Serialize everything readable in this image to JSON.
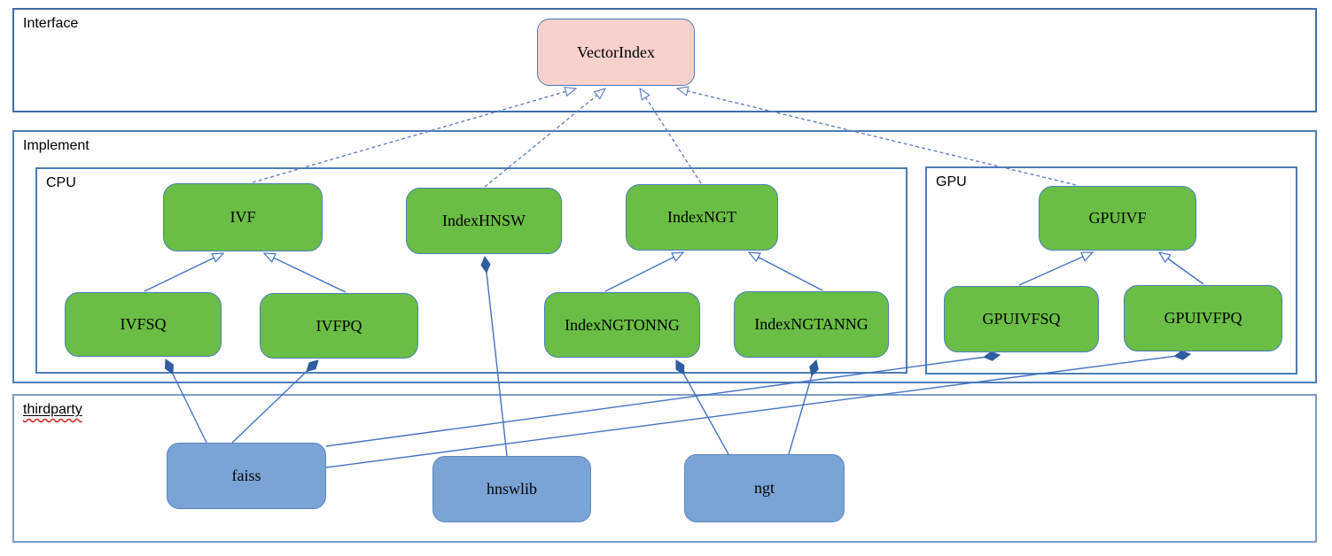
{
  "diagram": {
    "containers": {
      "interface": {
        "label": "Interface"
      },
      "implement": {
        "label": "Implement"
      },
      "cpu": {
        "label": "CPU"
      },
      "gpu": {
        "label": "GPU"
      },
      "thirdparty": {
        "label": "thirdparty",
        "spellcheck_underline": true
      }
    },
    "nodes": {
      "vectorindex": {
        "label": "VectorIndex",
        "kind": "interface",
        "container": "interface"
      },
      "ivf": {
        "label": "IVF",
        "kind": "implementation",
        "container": "cpu"
      },
      "indexhnsw": {
        "label": "IndexHNSW",
        "kind": "implementation",
        "container": "cpu"
      },
      "indexngt": {
        "label": "IndexNGT",
        "kind": "implementation",
        "container": "cpu"
      },
      "gpuivf": {
        "label": "GPUIVF",
        "kind": "implementation",
        "container": "gpu"
      },
      "ivfsq": {
        "label": "IVFSQ",
        "kind": "implementation",
        "container": "cpu"
      },
      "ivfpq": {
        "label": "IVFPQ",
        "kind": "implementation",
        "container": "cpu"
      },
      "indexngtonng": {
        "label": "IndexNGTONNG",
        "kind": "implementation",
        "container": "cpu"
      },
      "indexngtanng": {
        "label": "IndexNGTANNG",
        "kind": "implementation",
        "container": "cpu"
      },
      "gpuivfsq": {
        "label": "GPUIVFSQ",
        "kind": "implementation",
        "container": "gpu"
      },
      "gpuivfpq": {
        "label": "GPUIVFPQ",
        "kind": "implementation",
        "container": "gpu"
      },
      "faiss": {
        "label": "faiss",
        "kind": "thirdparty-lib",
        "container": "thirdparty"
      },
      "hnswlib": {
        "label": "hnswlib",
        "kind": "thirdparty-lib",
        "container": "thirdparty"
      },
      "ngt": {
        "label": "ngt",
        "kind": "thirdparty-lib",
        "container": "thirdparty"
      }
    },
    "edges": [
      {
        "from": "IVF",
        "to": "VectorIndex",
        "type": "realization-dashed-hollow-arrow"
      },
      {
        "from": "IndexHNSW",
        "to": "VectorIndex",
        "type": "realization-dashed-hollow-arrow"
      },
      {
        "from": "IndexNGT",
        "to": "VectorIndex",
        "type": "realization-dashed-hollow-arrow"
      },
      {
        "from": "GPUIVF",
        "to": "VectorIndex",
        "type": "realization-dashed-hollow-arrow"
      },
      {
        "from": "IVFSQ",
        "to": "IVF",
        "type": "generalization-hollow-arrow"
      },
      {
        "from": "IVFPQ",
        "to": "IVF",
        "type": "generalization-hollow-arrow"
      },
      {
        "from": "IndexNGTONNG",
        "to": "IndexNGT",
        "type": "generalization-hollow-arrow"
      },
      {
        "from": "IndexNGTANNG",
        "to": "IndexNGT",
        "type": "generalization-hollow-arrow"
      },
      {
        "from": "GPUIVFSQ",
        "to": "GPUIVF",
        "type": "generalization-hollow-arrow"
      },
      {
        "from": "GPUIVFPQ",
        "to": "GPUIVF",
        "type": "generalization-hollow-arrow"
      },
      {
        "from": "faiss",
        "to": "IVFSQ",
        "type": "composition-filled-diamond"
      },
      {
        "from": "faiss",
        "to": "IVFPQ",
        "type": "composition-filled-diamond"
      },
      {
        "from": "faiss",
        "to": "GPUIVFSQ",
        "type": "composition-filled-diamond"
      },
      {
        "from": "faiss",
        "to": "GPUIVFPQ",
        "type": "composition-filled-diamond"
      },
      {
        "from": "hnswlib",
        "to": "IndexHNSW",
        "type": "composition-filled-diamond"
      },
      {
        "from": "ngt",
        "to": "IndexNGTONNG",
        "type": "composition-filled-diamond"
      },
      {
        "from": "ngt",
        "to": "IndexNGTANNG",
        "type": "composition-filled-diamond"
      }
    ],
    "colors": {
      "implementation_node_fill": "#6abe45",
      "thirdparty_node_fill": "#7ba4d6",
      "interface_node_fill": "#f8d0cc",
      "edge_solid": "#4472c4",
      "edge_dashed": "#6581c1",
      "diamond_fill": "#2f5e9e",
      "container_border": "#4d7cb6",
      "spellcheck_squiggle": "#d03030"
    }
  }
}
